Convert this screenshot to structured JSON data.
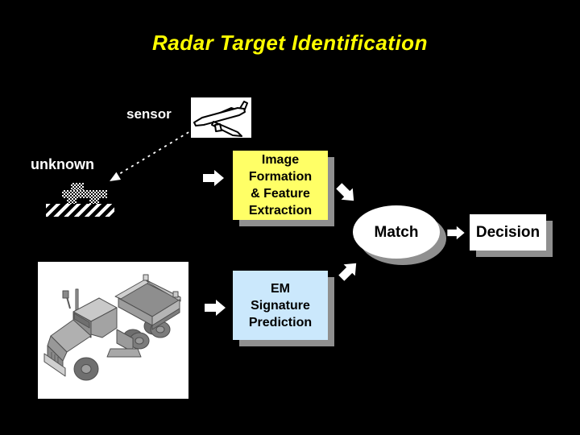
{
  "slide": {
    "title": "Radar Target Identification",
    "colors": {
      "background": "#000000",
      "title": "#FFFF00",
      "image_formation_fill": "#FFFF66",
      "em_signature_fill": "#CBE8FC",
      "node_text": "#000000",
      "label_text": "#FFFFFF",
      "shadow": "#8F8F8F",
      "connector": "#FFFFFF"
    }
  },
  "labels": {
    "sensor": "sensor",
    "unknown": "unknown"
  },
  "nodes": {
    "image_formation": {
      "lines": [
        "Image",
        "Formation",
        "& Feature",
        "Extraction"
      ]
    },
    "em_signature": {
      "lines": [
        "EM",
        "Signature",
        "Prediction"
      ]
    },
    "match": {
      "label": "Match"
    },
    "decision": {
      "label": "Decision"
    }
  },
  "icons": {
    "sensor": "aircraft-icon",
    "known_target": "flatbed-truck-icon",
    "unknown_target": "dithered-vehicle-silhouette",
    "ground": "diagonal-hatch-strip",
    "connectors": [
      "sensing-dashed-arrow",
      "flow-arrow-unknown-to-image-formation",
      "flow-arrow-image-formation-to-match",
      "flow-arrow-em-to-match",
      "flow-arrow-truck-to-em",
      "flow-arrow-match-to-decision"
    ]
  }
}
